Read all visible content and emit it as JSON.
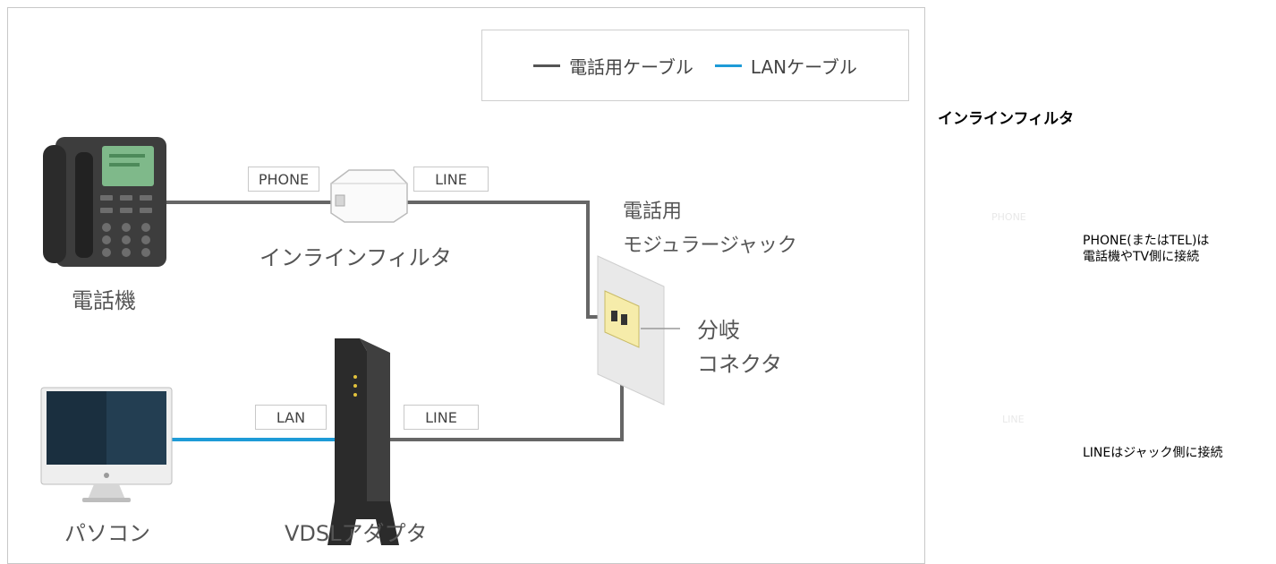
{
  "legend": {
    "phone_cable": "電話用ケーブル",
    "lan_cable": "LANケーブル",
    "phone_cable_color": "#555555",
    "lan_cable_color": "#1e9bd7"
  },
  "devices": {
    "telephone": "電話機",
    "inline_filter": "インラインフィルタ",
    "modular_jack_line1": "電話用",
    "modular_jack_line2": "モジュラージャック",
    "splitter_line1": "分岐",
    "splitter_line2": "コネクタ",
    "pc": "パソコン",
    "vdsl_adapter": "VDSLアダプタ"
  },
  "ports": {
    "filter_phone": "PHONE",
    "filter_line": "LINE",
    "adapter_lan": "LAN",
    "adapter_line": "LINE"
  },
  "side_panel": {
    "title": "インラインフィルタ",
    "photo1_port": "PHONE",
    "photo1_caption_line1": "PHONE(またはTEL)は",
    "photo1_caption_line2": "電話機やTV側に接続",
    "photo2_port": "LINE",
    "photo2_caption": "LINEはジャック側に接続"
  }
}
